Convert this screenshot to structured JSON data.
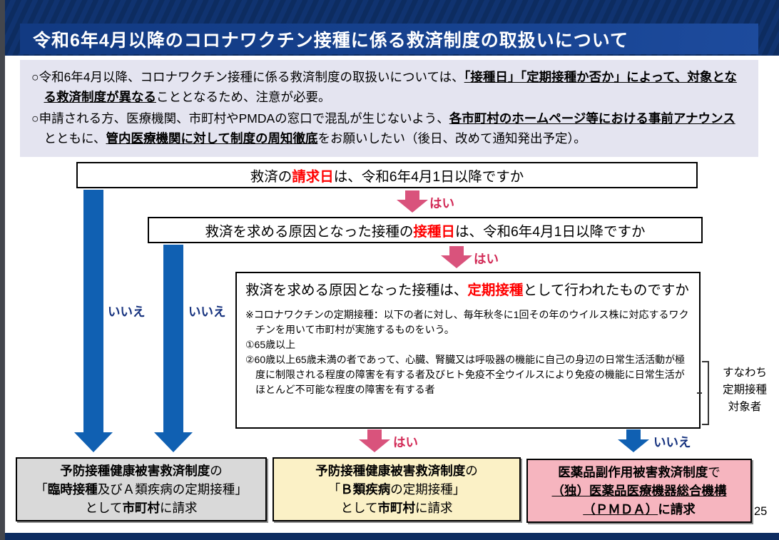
{
  "colors": {
    "header_navy": "#0d2c60",
    "title_banner_blue": "#16418e",
    "summary_bg": "#e4e4f0",
    "emphasis_red": "#ff0000",
    "yes_arrow_pink": "#d9537c",
    "no_arrow_blue": "#1060b2",
    "yes_label": "#d22a56",
    "no_label": "#17337f",
    "outcome_a_bg": "#d9d9d9",
    "outcome_b_bg": "#fbf1c6",
    "outcome_c_bg": "#f6b5bf"
  },
  "header": {
    "title": "令和6年4月以降のコロナワクチン接種に係る救済制度の取扱いについて"
  },
  "summary": {
    "b1": {
      "s1": "○令和6年4月以降、コロナワクチン接種に係る救済制度の取扱いについては、",
      "em1": "「接種日」「定期接種か否か」によって、対象となる救済制度が異なる",
      "s2": "こととなるため、注意が必要。"
    },
    "b2": {
      "s1": "○申請される方、医療機関、市町村やPMDAの窓口で混乱が生じないよう、",
      "em1": "各市町村のホームページ等における事前アナウンス",
      "s2": "とともに、",
      "em2": "管内医療機関に対して制度の周知徹底",
      "s3": "をお願いしたい（後日、改めて通知発出予定）。"
    }
  },
  "flow": {
    "q1": {
      "pre": "救済の",
      "em": "請求日",
      "post": "は、令和6年4月1日以降ですか"
    },
    "q2": {
      "pre": "救済を求める原因となった接種の",
      "em": "接種日",
      "post": "は、令和6年4月1日以降ですか"
    },
    "q3": {
      "pre": "救済を求める原因となった接種は、",
      "em": "定期接種",
      "post": "として行われたものですか",
      "note_intro": "※コロナワクチンの定期接種：以下の者に対し、毎年秋冬に1回その年のウイルス株に対応するワクチンを用いて市町村が実施するものをいう。",
      "note_item1": "①65歳以上",
      "note_item2": "②60歳以上65歳未満の者であって、心臓、腎臓又は呼吸器の機能に自己の身辺の日常生活活動が極度に制限される程度の障害を有する者及びヒト免疫不全ウイルスにより免疫の機能に日常生活がほとんど不可能な程度の障害を有する者"
    },
    "labels": {
      "yes": "はい",
      "no": "いいえ"
    },
    "bracket_note": "すなわち\n定期接種\n対象者"
  },
  "outcomes": {
    "a": {
      "l1b": "予防接種健康被害救済制度",
      "l1": "の",
      "l2pre": "「",
      "l2b": "臨時接種",
      "l2post": "及びＡ類疾病の定期接種」",
      "l3pre": "として",
      "l3b": "市町村",
      "l3post": "に請求"
    },
    "b": {
      "l1b": "予防接種健康被害救済制度",
      "l1": "の",
      "l2pre": "「",
      "l2b": "Ｂ類疾病",
      "l2post": "の定期接種」",
      "l3pre": "として",
      "l3b": "市町村",
      "l3post": "に請求"
    },
    "c": {
      "l1b": "医薬品副作用被害救済制度",
      "l1": "で",
      "l2u": "（独）医薬品医療機器総合機構",
      "l3u": "（ＰＭＤＡ）",
      "l3": "に請求"
    }
  },
  "slide": {
    "page_number": "25"
  }
}
